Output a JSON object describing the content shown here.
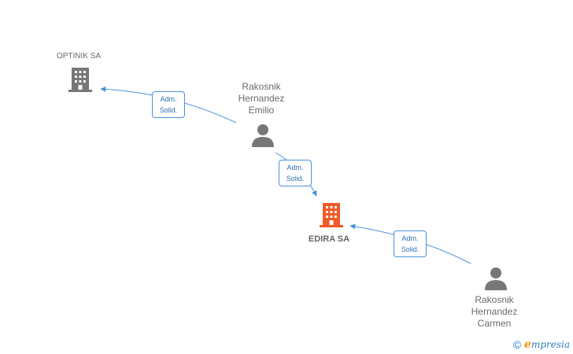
{
  "nodes": {
    "optinik": {
      "label": "OPTINIK SA",
      "icon": "building-icon",
      "color": "#777777"
    },
    "emilio": {
      "label_lines": [
        "Rakosnik",
        "Hernandez",
        "Emilio"
      ],
      "icon": "person-icon",
      "color": "#777777"
    },
    "edira": {
      "label": "EDIRA SA",
      "icon": "building-icon",
      "color": "#f05a28"
    },
    "carmen": {
      "label_lines": [
        "Rakosnik",
        "Hernandez",
        "Carmen"
      ],
      "icon": "person-icon",
      "color": "#777777"
    }
  },
  "edges": [
    {
      "line1": "Adm.",
      "line2": "Solid."
    },
    {
      "line1": "Adm.",
      "line2": "Solid."
    },
    {
      "line1": "Adm.",
      "line2": "Solid."
    }
  ],
  "colors": {
    "edge": "#4a90d9"
  },
  "watermark": {
    "copyright": "©",
    "brand_e": "e",
    "brand_rest": "mpresia"
  }
}
